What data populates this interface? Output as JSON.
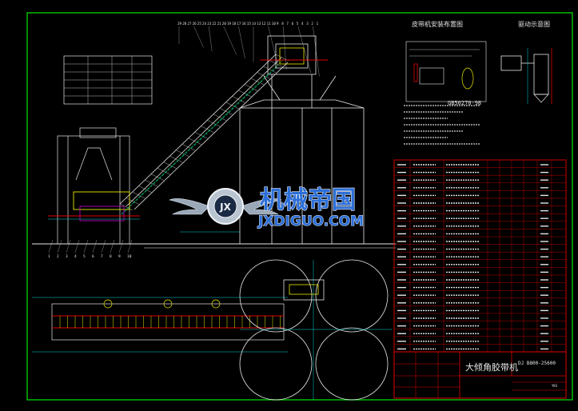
{
  "drawing": {
    "title_cn": "大倾角胶带机",
    "drawing_number": "DJ B800-25600",
    "sheet_code": "YKS",
    "standard_ref": "GB50270-98",
    "install_view_title": "皮带机安装布置图",
    "drive_view_title": "驱动示意图",
    "watermark_cn": "机械帝国",
    "watermark_en": "JXDIGUO.COM",
    "watermark_logo_letters": "JX",
    "balloon_numbers_top": [
      "29",
      "28",
      "27",
      "26",
      "25",
      "24",
      "23",
      "22",
      "21",
      "20",
      "19",
      "18",
      "17",
      "16",
      "15",
      "14",
      "13",
      "12",
      "11",
      "10",
      "9",
      "8",
      "7",
      "6",
      "5",
      "4",
      "3",
      "2",
      "1"
    ],
    "balloon_numbers_bottom": [
      "1",
      "2",
      "3",
      "4",
      "5",
      "6",
      "7",
      "8",
      "9",
      "10"
    ]
  },
  "colors": {
    "background": "#000000",
    "frame": "#00c800",
    "line_white": "#e6e6e6",
    "line_cyan": "#00d8d8",
    "line_red": "#e00000",
    "line_yellow": "#e8e800",
    "line_magenta": "#d000d0",
    "watermark_blue": "#2c6fd8"
  }
}
